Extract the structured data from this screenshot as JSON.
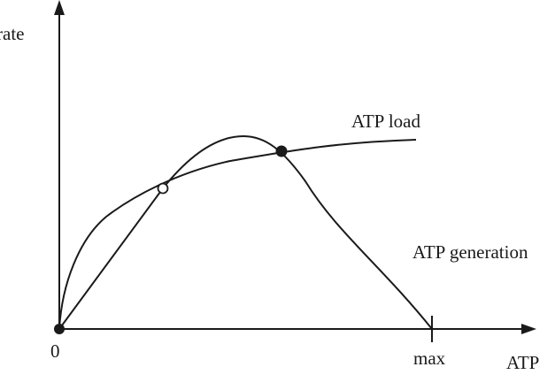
{
  "labels": {
    "y_axis": "rate",
    "x_axis": "ATP",
    "origin": "0",
    "max_tick": "max",
    "curve_load": "ATP load",
    "curve_generation": "ATP generation"
  },
  "points": {
    "origin": {
      "filled": true
    },
    "unstable_intersection": {
      "filled": false
    },
    "stable_intersection": {
      "filled": true
    }
  },
  "colors": {
    "ink": "#1a1a1a",
    "background": "#ffffff"
  }
}
